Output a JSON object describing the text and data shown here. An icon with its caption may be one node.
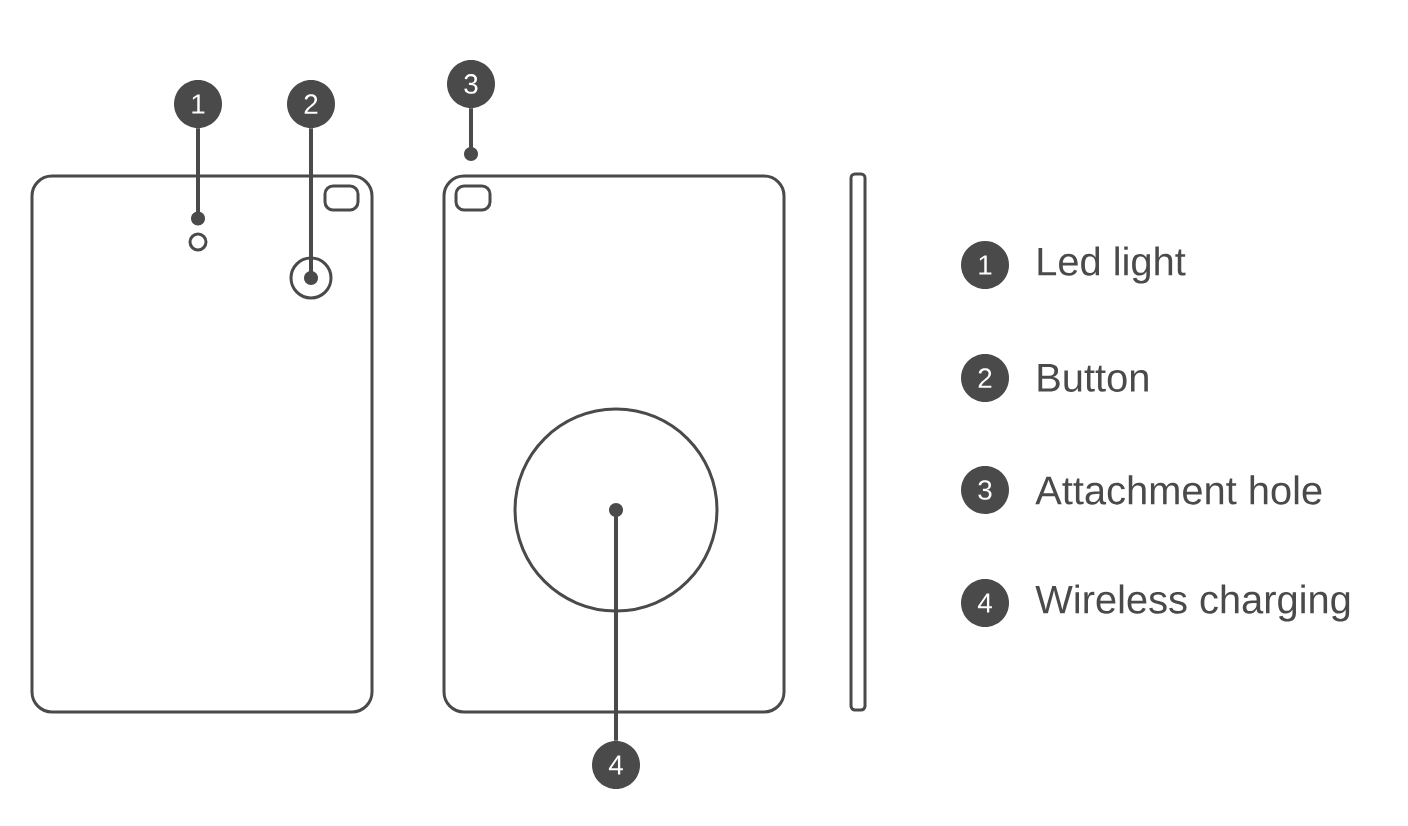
{
  "diagram": {
    "nodes": [
      {
        "text": [
          "1"
        ]
      },
      {
        "text": [
          "2"
        ]
      },
      {
        "text": [
          "3"
        ]
      },
      {
        "text": [
          "4"
        ]
      },
      {
        "text": [
          "1"
        ],
        "beside": [
          "Led light"
        ]
      },
      {
        "text": [
          "2"
        ],
        "beside": [
          "Button"
        ]
      },
      {
        "text": [
          "3"
        ],
        "beside": [
          "Attachment hole"
        ]
      },
      {
        "text": [
          "4"
        ],
        "beside": [
          "Wireless charging"
        ]
      },
      {
        "text": [],
        "shape": "circle"
      },
      {
        "text": [],
        "shape": "circle"
      },
      {
        "text": [],
        "shape": "circle"
      }
    ],
    "edges": [
      {
        "from": 0,
        "to": 8,
        "arrow": "other"
      },
      {
        "from": 1,
        "to": 9,
        "arrow": "other"
      },
      {
        "from": 2,
        "to": null,
        "arrow": "other"
      },
      {
        "from": 3,
        "to": 10,
        "arrow": "other"
      }
    ]
  }
}
